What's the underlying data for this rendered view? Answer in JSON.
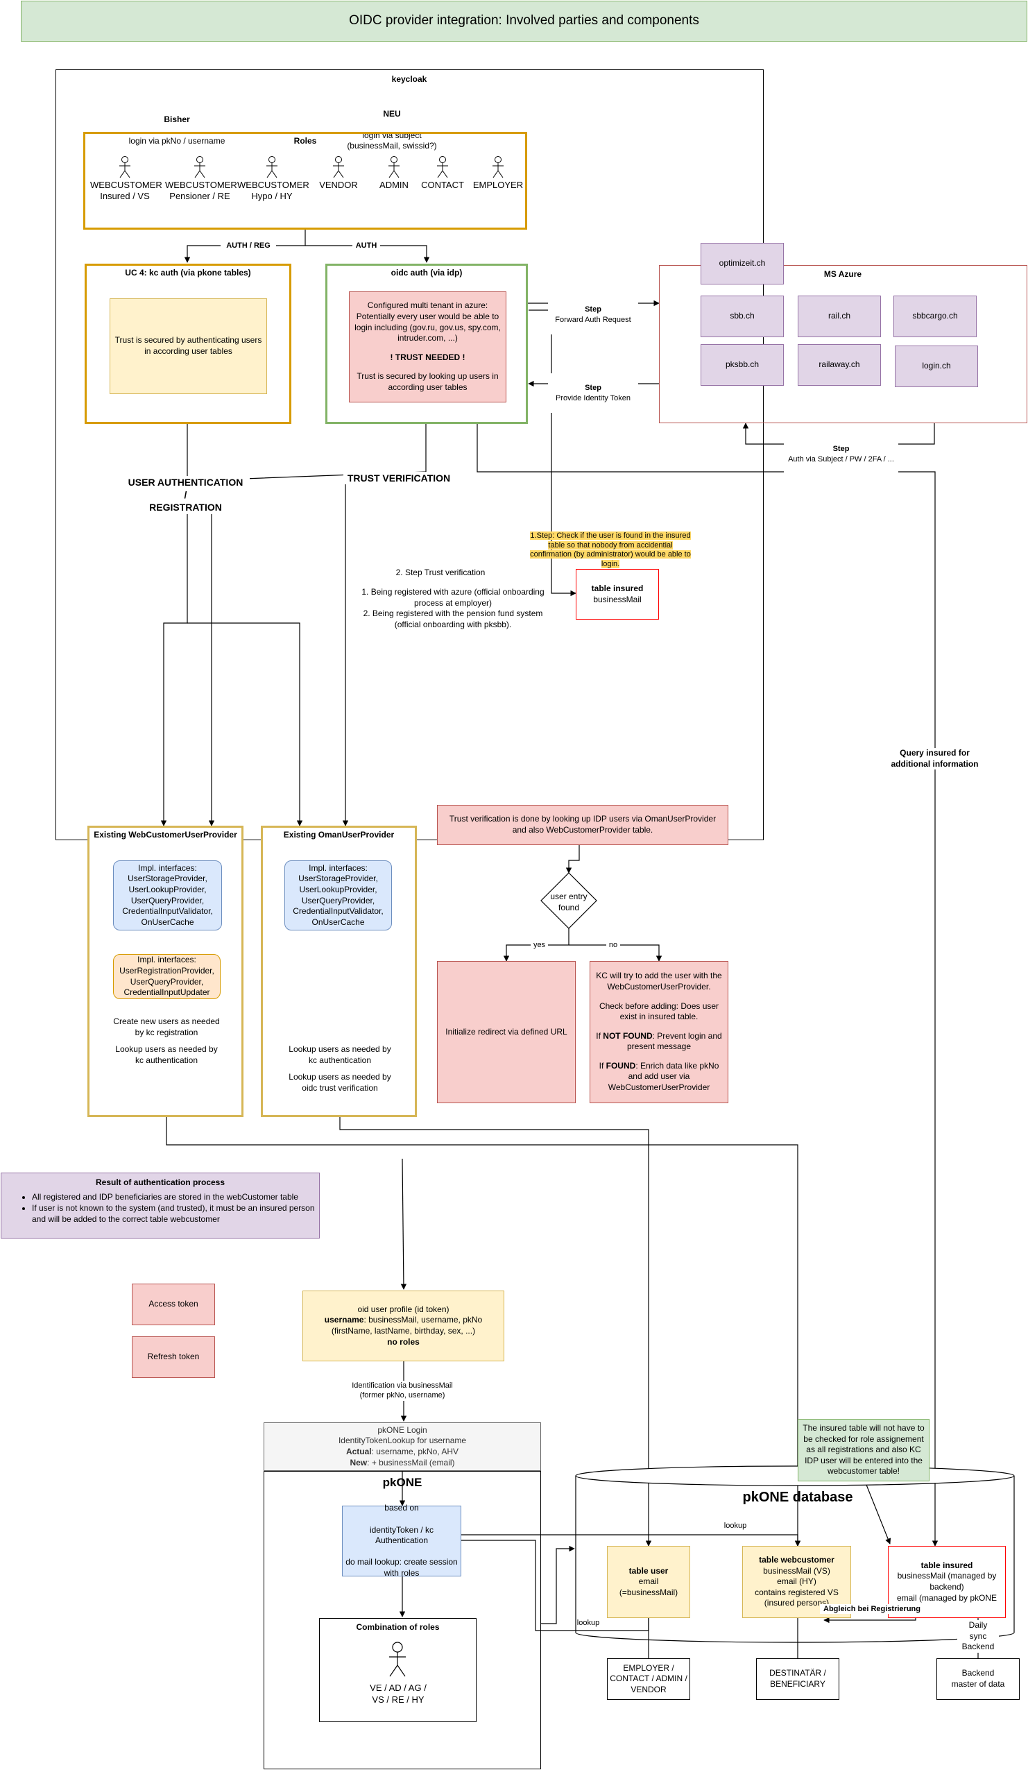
{
  "title": "OIDC provider integration: Involved parties and components",
  "keycloak": {
    "label": "keycloak",
    "bisher_title": "Bisher",
    "bisher_text": "login via pkNo / username",
    "neu_title": "NEU",
    "neu_text": "login via subject\n(businessMail, swissid?)",
    "roles_title": "Roles",
    "roles": [
      "WEBCUSTOMER\nInsured / VS",
      "WEBCUSTOMER\nPensioner / RE",
      "WEBCUSTOMER\nHypo / HY",
      "VENDOR",
      "ADMIN",
      "CONTACT",
      "EMPLOYER"
    ],
    "auth_reg": "AUTH / REG",
    "auth": "AUTH",
    "uc4_title": "UC 4: kc auth (via pkone tables)",
    "uc4_note": "Trust is secured by authenticating users in according user tables",
    "oidc_title": "oidc auth (via idp)",
    "oidc_note_1": "Configured multi tenant in azure: Potentially every user would be able to login including (gov.ru, gov.us, spy.com, intruder.com, ...)",
    "oidc_note_2": "! TRUST NEEDED !",
    "oidc_note_3": "Trust is secured by looking up users in according user tables"
  },
  "azure": {
    "title": "MS Azure",
    "tenants": [
      "sbb.ch",
      "rail.ch",
      "sbbcargo.ch",
      "pksbb.ch",
      "railaway.ch",
      "login.ch"
    ],
    "optimizeit": "optimizeit.ch",
    "step_forward_b": "Step",
    "step_forward": "Forward Auth Request",
    "step_token_b": "Step",
    "step_token": "Provide Identity Token",
    "step_auth_b": "Step",
    "step_auth": "Auth via Subject / PW / 2FA / ..."
  },
  "labels": {
    "user_auth": "USER AUTHENTICATION\n/\nREGISTRATION",
    "trust_verification": "TRUST VERIFICATION",
    "step1": "1.Step: Check if the user is found in the insured table so that nobody from accidential confirmation (by administrator) would be able to login.",
    "step2_title": "2. Step Trust verification",
    "step2_items": "1. Being registered with azure (official onboarding process at employer)\n2. Being registered with the pension fund system (official onboarding with pksbb).",
    "query_insured": "Query insured for\nadditional information"
  },
  "table_insured_small": {
    "title": "table insured",
    "sub": "businessMail"
  },
  "trust_box": "Trust verification is done by looking up IDP users via OmanUserProvider and also WebCustomerProvider table.",
  "decision": {
    "text": "user entry found",
    "yes": "yes",
    "no": "no"
  },
  "redirect_box": "Initialize redirect via defined URL",
  "kc_add": {
    "p1": "KC will try to add the user with the WebCustomerUserProvider.",
    "p2": "Check before adding: Does user exist in insured table.",
    "p3_b": "NOT FOUND",
    "p3_pre": "If ",
    "p3_post": ": Prevent login and present message",
    "p4_pre": "If ",
    "p4_b": "FOUND",
    "p4_post": ": Enrich data like pkNo and add user via WebCustomerUserProvider"
  },
  "wcup": {
    "title": "Existing WebCustomerUserProvider",
    "interfaces_1": "Impl. interfaces:\nUserStorageProvider,\nUserLookupProvider,\nUserQueryProvider,\nCredentialInputValidator,\nOnUserCache",
    "interfaces_2": "Impl. interfaces:\nUserRegistrationProvider,\nUserQueryProvider,\nCredentialInputUpdater",
    "text_1": "Create new users as needed\nby kc registration",
    "text_2": "Lookup users as needed by\nkc authentication"
  },
  "oup": {
    "title": "Existing OmanUserProvider",
    "interfaces": "Impl. interfaces:\nUserStorageProvider,\nUserLookupProvider,\nUserQueryProvider,\nCredentialInputValidator,\nOnUserCache",
    "text_1": "Lookup users as needed by\nkc authentication",
    "text_2": "Lookup users as needed by\noidc trust verification"
  },
  "result": {
    "title": "Result of authentication process",
    "items": [
      "All registered and IDP beneficiaries are stored in the webCustomer table",
      "If user is not known to the system (and trusted), it must be an insured person and will be added to the correct table webcustomer"
    ]
  },
  "tokens": {
    "access": "Access token",
    "refresh": "Refresh token"
  },
  "profile": {
    "line1": "oid user profile (id token)",
    "line2_b": "username",
    "line2": ": businessMail, username, pkNo",
    "line3": "(firstName, lastName, birthday, sex, ...)",
    "line4": "no roles"
  },
  "identification": "Identification via businessMail\n(former pkNo, username)",
  "pkone_login": {
    "line1": "pkONE Login",
    "line2": "IdentityTokenLookup for username",
    "actual_b": "Actual",
    "actual": ": username, pkNo, AHV",
    "new_b": "New",
    "new": ": + businessMail (email)"
  },
  "pkone": {
    "title": "pkONE",
    "auth_box": "based on\n\nidentityToken / kc\nAuthentication\n\ndo mail lookup: create session\nwith roles",
    "combination_title": "Combination of roles",
    "combination_roles": "VE / AD / AG /\nVS / RE / HY"
  },
  "db": {
    "title": "pkONE database",
    "note": "The insured table will not have to be checked for role assignement as all registrations and also KC IDP user will be entered into the webcustomer table!",
    "table_user_title": "table user",
    "table_user_text": "email\n(=businessMail)",
    "table_wc_title": "table webcustomer",
    "table_wc_text": "businessMail (VS)\nemail (HY)\ncontains registered VS\n(insured persons)",
    "table_insured_title": "table insured",
    "table_insured_text": "businessMail (managed by backend)\nemail (managed by pkONE",
    "lookup_1": "lookup",
    "lookup_2": "lookup",
    "abgleich": "Abgleich bei Registrierung",
    "daily_sync": "Daily\nsync\nBackend"
  },
  "bottom": {
    "employer": "EMPLOYER /\nCONTACT / ADMIN /\nVENDOR",
    "destinataer": "DESTINATÄR /\nBENEFICIARY",
    "backend": "Backend\nmaster of data"
  }
}
